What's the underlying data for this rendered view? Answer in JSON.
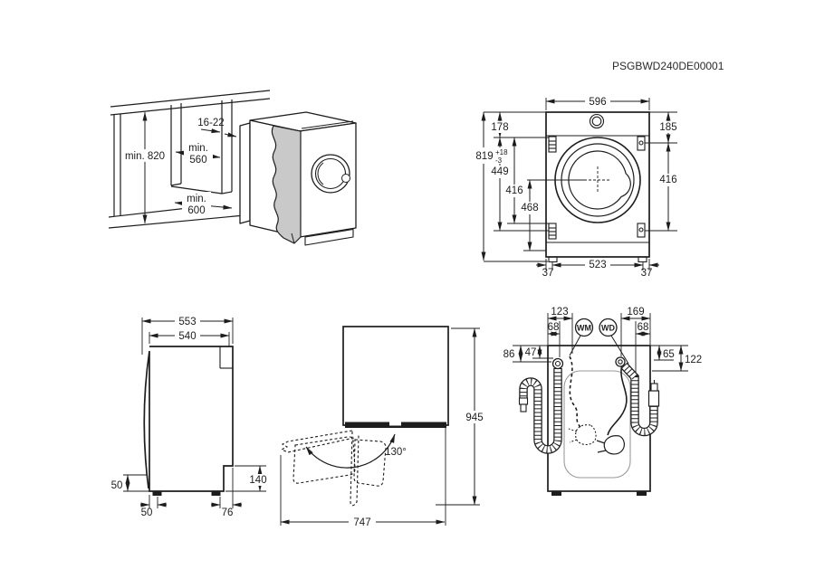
{
  "model_code": "PSGBWD240DE00001",
  "colors": {
    "ink": "#1d1d1d",
    "gray_panel": "#c9c9c9",
    "background": "#ffffff"
  },
  "niche": {
    "height": "min. 820",
    "panel_thickness": "16-22",
    "depth_line1": "min.",
    "depth_line2": "560",
    "width_line1": "min.",
    "width_line2": "600"
  },
  "front": {
    "width": "596",
    "top_to_hinge_left": "178",
    "height": "819",
    "height_tol_plus": "+18",
    "height_tol_minus": "-3",
    "hinge_span": "449",
    "left_416": "416",
    "left_468": "468",
    "top_to_latch_right": "185",
    "right_416": "416",
    "foot_left": "37",
    "foot_pitch": "523",
    "foot_right": "37"
  },
  "side": {
    "depth_total": "553",
    "depth_body": "540",
    "front_gap": "50",
    "foot_front": "50",
    "foot_rear": "76",
    "rear_recess": "140"
  },
  "swing": {
    "open_angle": "130°",
    "total_height": "945",
    "open_depth": "747"
  },
  "rear": {
    "wm": "WM",
    "wd": "WD",
    "wm_cord_offset": "123",
    "drain_offset": "68",
    "wd_cord_offset": "169",
    "inlet_offset": "68",
    "drain_drop_outer": "86",
    "drain_drop_inner": "47",
    "inlet_drop_inner": "65",
    "inlet_drop_outer": "122"
  }
}
